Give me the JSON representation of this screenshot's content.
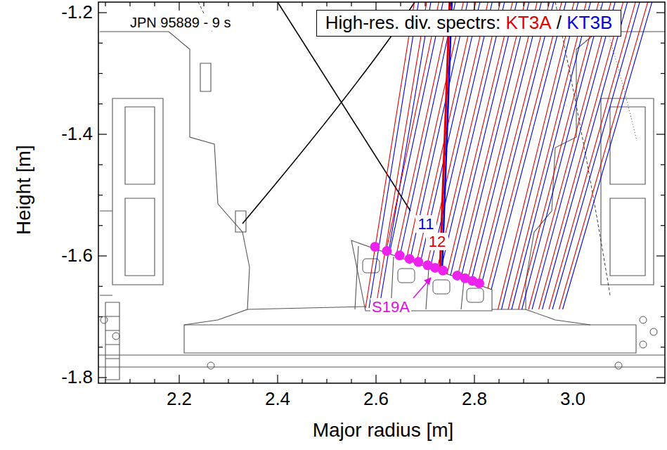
{
  "diagram": {
    "nodes": [
      {
        "text": [
          "High-res. div. spectrs:",
          "KT3A",
          "/",
          "KT3B"
        ]
      },
      {
        "text": [
          "11"
        ]
      },
      {
        "text": [
          "12"
        ]
      }
    ],
    "labels": [
      "JPN 95889 - 9 s",
      "S19A",
      "-1.2",
      "-1.4",
      "-1.6",
      "-1.8",
      "2.2",
      "2.4",
      "2.6",
      "2.8",
      "3.0",
      "Height [m]",
      "Major radius [m]"
    ]
  }
}
